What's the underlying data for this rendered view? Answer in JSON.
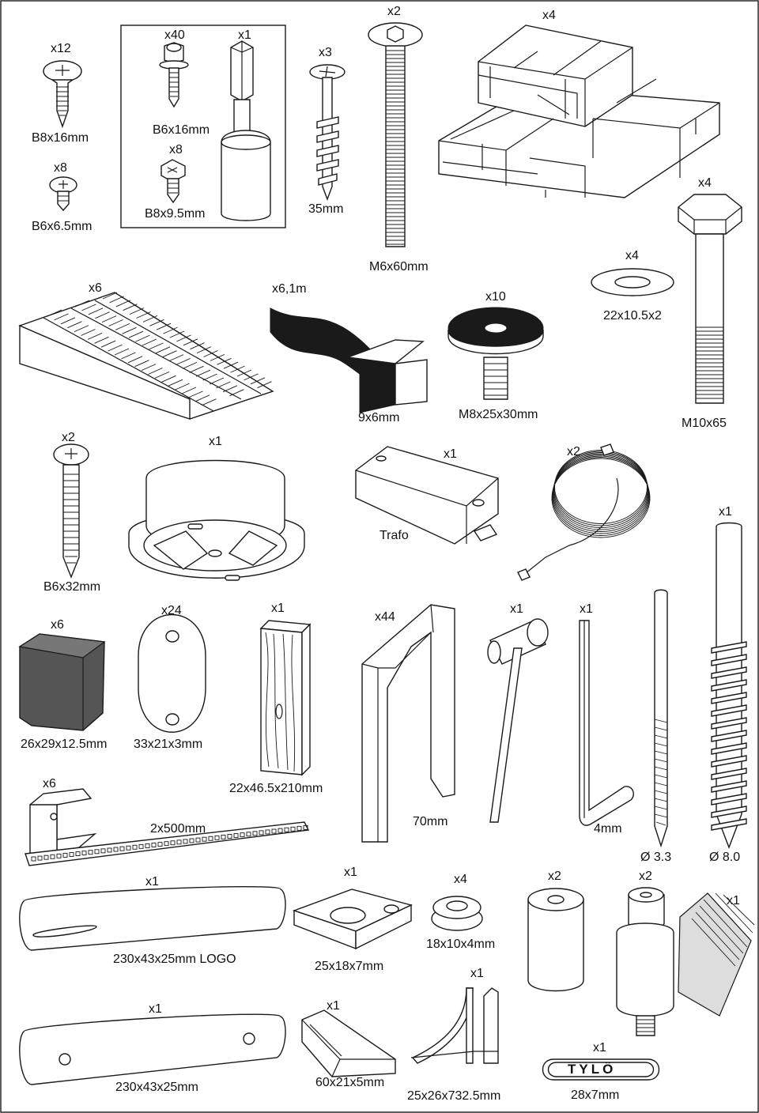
{
  "parts": [
    {
      "id": "screw-b8x16",
      "qty": "x12",
      "size": "B8x16mm"
    },
    {
      "id": "screw-b6x6-5",
      "qty": "x8",
      "size": "B6x6.5mm"
    },
    {
      "id": "selfdrill-screw-b6x16",
      "qty": "x40",
      "size": "B6x16mm"
    },
    {
      "id": "screw-b8x9-5",
      "qty": "x8",
      "size": "B8x9.5mm"
    },
    {
      "id": "hex-bit",
      "qty": "x1",
      "size": ""
    },
    {
      "id": "wood-screw-35",
      "qty": "x3",
      "size": "35mm"
    },
    {
      "id": "bolt-m6x60",
      "qty": "x2",
      "size": "M6x60mm"
    },
    {
      "id": "joint-connector",
      "qty": "x4",
      "size": ""
    },
    {
      "id": "hex-bolt-m10x65",
      "qty": "x4",
      "size": "M10x65"
    },
    {
      "id": "washer-22x10-5x2",
      "qty": "x4",
      "size": "22x10.5x2"
    },
    {
      "id": "wedge",
      "qty": "x6",
      "size": ""
    },
    {
      "id": "foam-tape",
      "qty": "x6,1m",
      "size": "9x6mm"
    },
    {
      "id": "adjustable-foot",
      "qty": "x10",
      "size": "M8x25x30mm"
    },
    {
      "id": "screw-b6x32",
      "qty": "x2",
      "size": "B6x32mm"
    },
    {
      "id": "lamp-housing",
      "qty": "x1",
      "size": ""
    },
    {
      "id": "trafo",
      "qty": "x1",
      "size": "Trafo"
    },
    {
      "id": "cable-coil",
      "qty": "x2",
      "size": ""
    },
    {
      "id": "lag-screw-8-0",
      "qty": "x1",
      "size": "Ø 8.0"
    },
    {
      "id": "dark-block",
      "qty": "x6",
      "size": "26x29x12.5mm"
    },
    {
      "id": "oval-spacer",
      "qty": "x24",
      "size": "33x21x3mm"
    },
    {
      "id": "wood-block",
      "qty": "x1",
      "size": "22x46.5x210mm"
    },
    {
      "id": "angle-profile",
      "qty": "x44",
      "size": "70mm"
    },
    {
      "id": "socket-wrench",
      "qty": "x1",
      "size": ""
    },
    {
      "id": "hex-key",
      "qty": "x1",
      "size": "4mm"
    },
    {
      "id": "drill-bit-3-3",
      "qty": "",
      "size": "Ø 3.3"
    },
    {
      "id": "clip",
      "qty": "x6",
      "size": ""
    },
    {
      "id": "led-strip",
      "qty": "",
      "size": "2x500mm"
    },
    {
      "id": "handle-logo",
      "qty": "x1",
      "size": "230x43x25mm LOGO"
    },
    {
      "id": "block-25x18x7",
      "qty": "x1",
      "size": "25x18x7mm"
    },
    {
      "id": "grommet",
      "qty": "x4",
      "size": "18x10x4mm"
    },
    {
      "id": "sleeve",
      "qty": "x2",
      "size": ""
    },
    {
      "id": "spacer-stud",
      "qty": "x2",
      "size": ""
    },
    {
      "id": "brush-seal",
      "qty": "x1",
      "size": ""
    },
    {
      "id": "handle-plain",
      "qty": "x1",
      "size": "230x43x25mm"
    },
    {
      "id": "rail-piece",
      "qty": "x1",
      "size": "60x21x5mm"
    },
    {
      "id": "glass-profile",
      "qty": "x1",
      "size": "25x26x732.5mm"
    },
    {
      "id": "logo-badge",
      "qty": "x1",
      "size": "28x7mm"
    }
  ],
  "logo_text": "TYLÖ"
}
